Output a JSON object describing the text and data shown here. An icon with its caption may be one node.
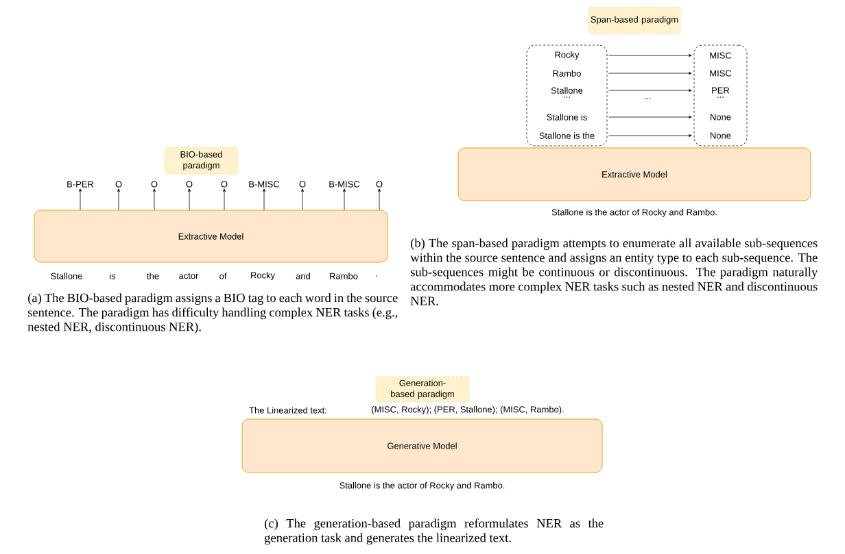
{
  "diagram": {
    "nodes": [
      {
        "text": [
          "BIO-based paradigm"
        ]
      },
      {
        "text": [
          "B-PER"
        ]
      },
      {
        "text": [
          "O"
        ]
      },
      {
        "text": [
          "O"
        ]
      },
      {
        "text": [
          "O"
        ]
      },
      {
        "text": [
          "O"
        ]
      },
      {
        "text": [
          "B-MISC"
        ]
      },
      {
        "text": [
          "O"
        ]
      },
      {
        "text": [
          "B-MISC"
        ]
      },
      {
        "text": [
          "O"
        ]
      },
      {
        "text": [
          "Extractive Model"
        ]
      },
      {
        "text": [
          "Span-based paradigm"
        ]
      },
      {
        "text": [],
        "shape": "box"
      },
      {
        "text": [
          "Rocky"
        ],
        "in": 12
      },
      {
        "text": [
          "Rambo"
        ],
        "in": 12
      },
      {
        "text": [
          "Stallone"
        ],
        "in": 12
      },
      {
        "text": [
          "..."
        ],
        "in": 12
      },
      {
        "text": [
          "Stallone is"
        ],
        "in": 12
      },
      {
        "text": [
          "Stallone is the"
        ],
        "in": 12
      },
      {
        "text": [],
        "shape": "box"
      },
      {
        "text": [
          "MISC"
        ],
        "in": 19
      },
      {
        "text": [
          "MISC"
        ],
        "in": 19
      },
      {
        "text": [
          "PER"
        ],
        "in": 19
      },
      {
        "text": [
          "..."
        ],
        "in": 19
      },
      {
        "text": [
          "None"
        ],
        "in": 19
      },
      {
        "text": [
          "None"
        ],
        "in": 19
      },
      {
        "text": [
          "Extractive Model"
        ]
      },
      {
        "text": [
          "Generation-based paradigm"
        ]
      },
      {
        "text": [
          "Generative Model"
        ]
      }
    ],
    "edges": [
      {
        "from": 10,
        "to": 1,
        "arrow": "to"
      },
      {
        "from": 10,
        "to": 2,
        "arrow": "to"
      },
      {
        "from": 10,
        "to": 3,
        "arrow": "to"
      },
      {
        "from": 10,
        "to": 4,
        "arrow": "to"
      },
      {
        "from": 10,
        "to": 5,
        "arrow": "to"
      },
      {
        "from": 10,
        "to": 6,
        "arrow": "to"
      },
      {
        "from": 10,
        "to": 7,
        "arrow": "to"
      },
      {
        "from": 10,
        "to": 8,
        "arrow": "to"
      },
      {
        "from": 10,
        "to": 9,
        "arrow": "to"
      },
      {
        "from": 13,
        "to": 20,
        "arrow": "to"
      },
      {
        "from": 14,
        "to": 21,
        "arrow": "to"
      },
      {
        "from": 15,
        "to": 22,
        "arrow": "to"
      },
      {
        "from": 17,
        "to": 24,
        "arrow": "to"
      },
      {
        "from": 18,
        "to": 25,
        "arrow": "to"
      }
    ],
    "labels": [
      "Stallone",
      "is",
      "the",
      "actor",
      "of",
      "Rocky",
      "and",
      "Rambo",
      ".",
      "(a) The BIO-based paradigm assigns a BIO tag to each word in the source sentence. The paradigm has difficulty handling complex NER tasks (e.g., nested NER, discontinuous NER).",
      "...",
      "Stallone is the actor of Rocky and Rambo.",
      "(b) The span-based paradigm attempts to enumerate all available sub-sequences within the source sentence and assigns an entity type to each sub-sequence. The sub-sequences might be continuous or discontinuous. The paradigm naturally accommodates more complex NER tasks such as nested NER and discontinuous NER.",
      "The Linearized text:",
      "(MISC, Rocky); (PER, Stallone); (MISC, Rambo).",
      "Stallone is the actor of Rocky and Rambo.",
      "(c) The generation-based paradigm reformulates NER as the generation task and generates the linearized text."
    ]
  }
}
